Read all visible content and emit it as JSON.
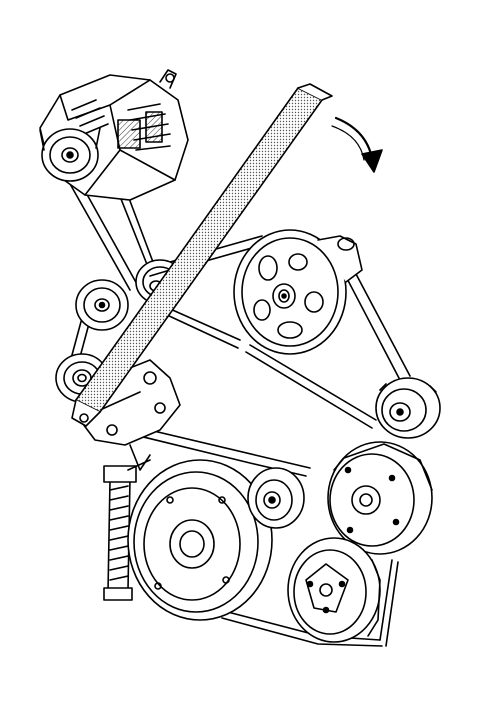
{
  "diagram": {
    "kind": "serpentine drive belt routing line drawing",
    "components": [
      {
        "id": "generator",
        "icon": "generator-icon"
      },
      {
        "id": "upper-idler-pulley",
        "icon": "pulley-icon"
      },
      {
        "id": "left-idler-pulley",
        "icon": "pulley-icon"
      },
      {
        "id": "belt-tensioner-pulley",
        "icon": "pulley-icon"
      },
      {
        "id": "power-steering-pump-pulley",
        "icon": "pulley-icon"
      },
      {
        "id": "right-idler-pulley",
        "icon": "pulley-icon"
      },
      {
        "id": "water-pump-pulley",
        "icon": "pulley-icon"
      },
      {
        "id": "crankshaft-balancer",
        "icon": "pulley-icon"
      },
      {
        "id": "lower-idler-pulley",
        "icon": "pulley-icon"
      },
      {
        "id": "ac-compressor-clutch",
        "icon": "pulley-icon"
      },
      {
        "id": "tensioner-spring",
        "icon": "spring-icon"
      },
      {
        "id": "drive-belt",
        "icon": "belt-icon"
      },
      {
        "id": "breaker-bar-tool",
        "icon": "tool-icon"
      },
      {
        "id": "rotation-direction",
        "icon": "curved-arrow-icon"
      }
    ],
    "colors": {
      "line": "#000000",
      "fill": "#ffffff",
      "tool_stipple": "#555555"
    }
  }
}
